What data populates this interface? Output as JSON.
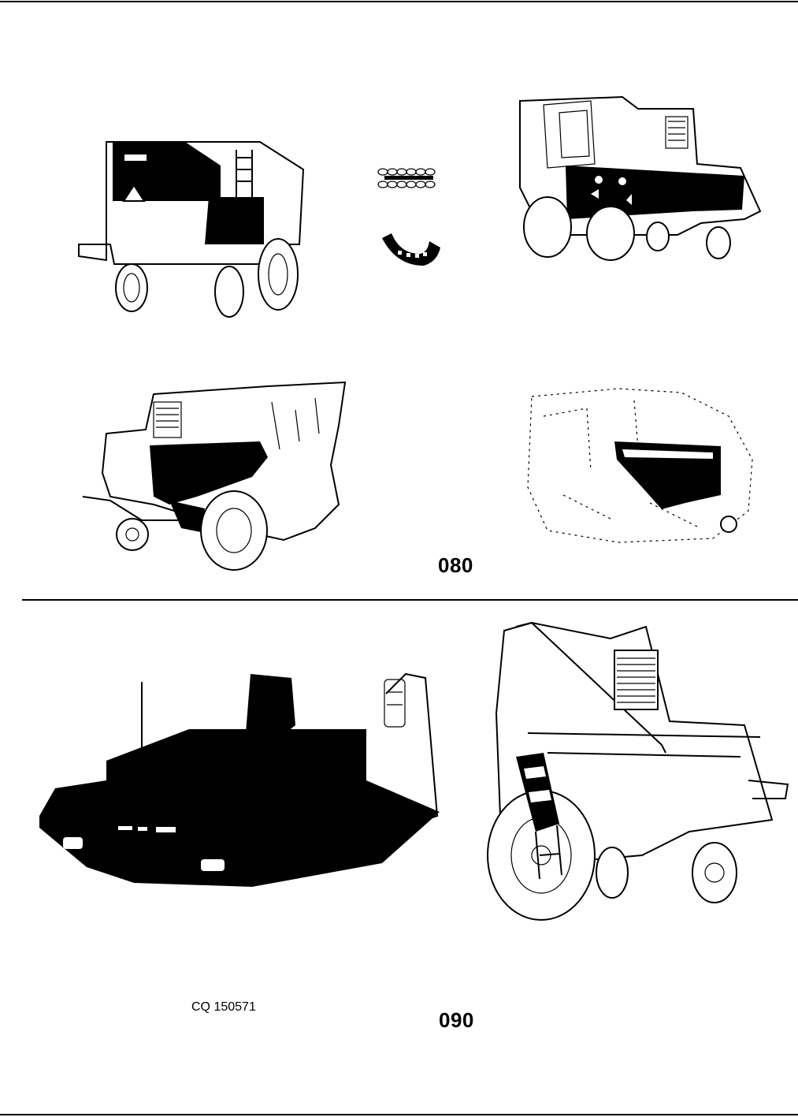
{
  "sections": [
    {
      "code": "080",
      "illustrations": [
        {
          "name": "combine-rear-view-with-black-panel",
          "label": "Rear view of combine harvester with shielded panel"
        },
        {
          "name": "chain-link-part",
          "label": "Chain link part"
        },
        {
          "name": "curved-rubber-guard-part",
          "label": "Curved guard part"
        },
        {
          "name": "combine-front-view-with-black-panel",
          "label": "Front view of combine with black side panel"
        },
        {
          "name": "combine-side-view-with-black-hopper",
          "label": "Side view of combine with black hopper"
        },
        {
          "name": "combine-faded-view-with-black-box",
          "label": "Faded view of combine with black box"
        }
      ]
    },
    {
      "code": "090",
      "part_reference": "CQ 150571",
      "illustrations": [
        {
          "name": "platform-with-seat-silhouette",
          "label": "Operator platform with seat"
        },
        {
          "name": "combine-with-ladder-side-view",
          "label": "Combine with access ladder"
        }
      ]
    }
  ]
}
